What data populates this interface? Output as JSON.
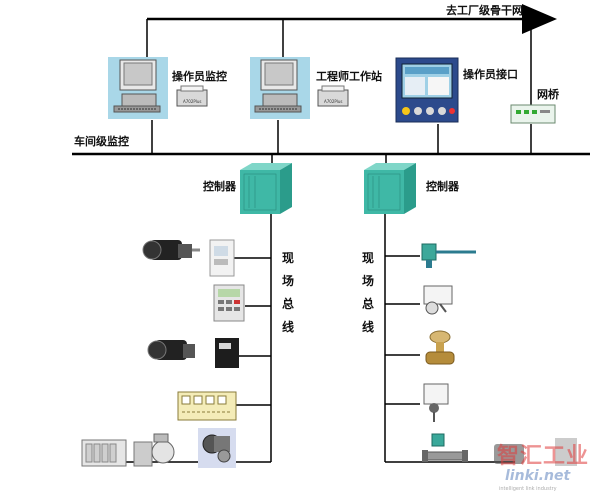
{
  "labels": {
    "backbone": "去工厂级骨干网",
    "operator_monitor": "操作员监控",
    "engineer_station": "工程师工作站",
    "operator_interface": "操作员接口",
    "bridge": "网桥",
    "workshop_monitor": "车间级监控",
    "controller_left": "控制器",
    "controller_right": "控制器",
    "fieldbus_left": [
      "现",
      "场",
      "总",
      "线"
    ],
    "fieldbus_right": [
      "现",
      "场",
      "总",
      "线"
    ]
  },
  "printer_caption": "A702Plus",
  "watermark": {
    "brand": "智汇工业",
    "url": "linki.net",
    "sub": "intelligent link industry"
  },
  "colors": {
    "line": "#000000",
    "monitor_bg": "#a9d7e8",
    "controller": "#3fb8a6",
    "hmi": "#2c4a8c",
    "watermark_red": "#e03b3b"
  }
}
